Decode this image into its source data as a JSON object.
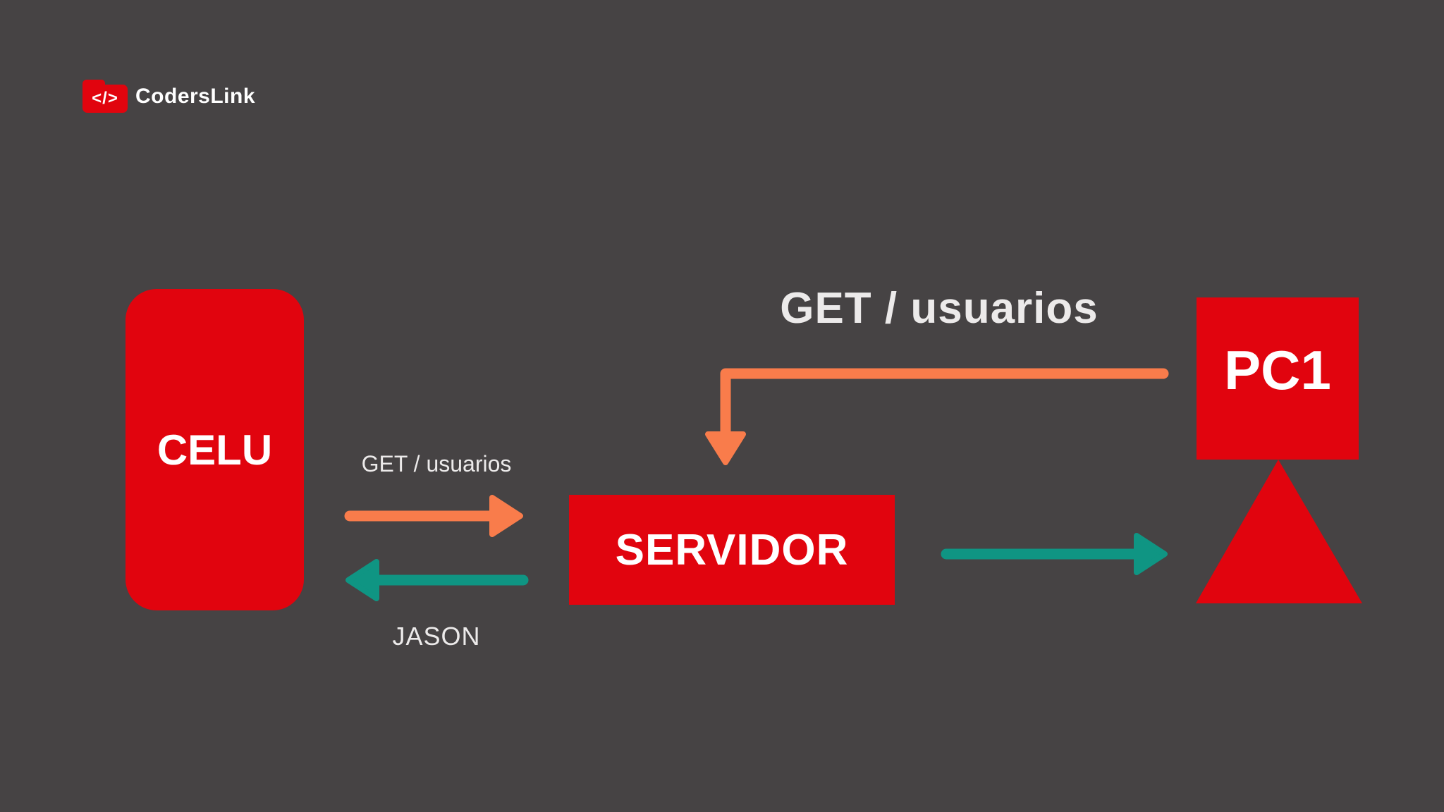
{
  "colors": {
    "background": "#464344",
    "red": "#e1040e",
    "orange": "#f97c4b",
    "teal": "#0f9583",
    "label": "#eceaea",
    "node_text": "#ffffff"
  },
  "logo": {
    "icon": "code-folder-icon",
    "icon_text": "</>",
    "brand": "CodersLink"
  },
  "nodes": {
    "celu": {
      "label": "CELU"
    },
    "servidor": {
      "label": "SERVIDOR"
    },
    "pc1": {
      "label": "PC1"
    }
  },
  "labels": {
    "request_celu_to_servidor": "GET / usuarios",
    "response_servidor_to_celu": "JASON",
    "request_pc1_to_servidor": "GET / usuarios"
  },
  "edges": {
    "celu_to_servidor": {
      "color": "#f97c4b",
      "direction": "right"
    },
    "servidor_to_celu": {
      "color": "#0f9583",
      "direction": "left"
    },
    "pc1_to_servidor": {
      "color": "#f97c4b",
      "direction": "left-then-down-elbow"
    },
    "servidor_to_pc1_triangle": {
      "color": "#0f9583",
      "direction": "right"
    }
  }
}
